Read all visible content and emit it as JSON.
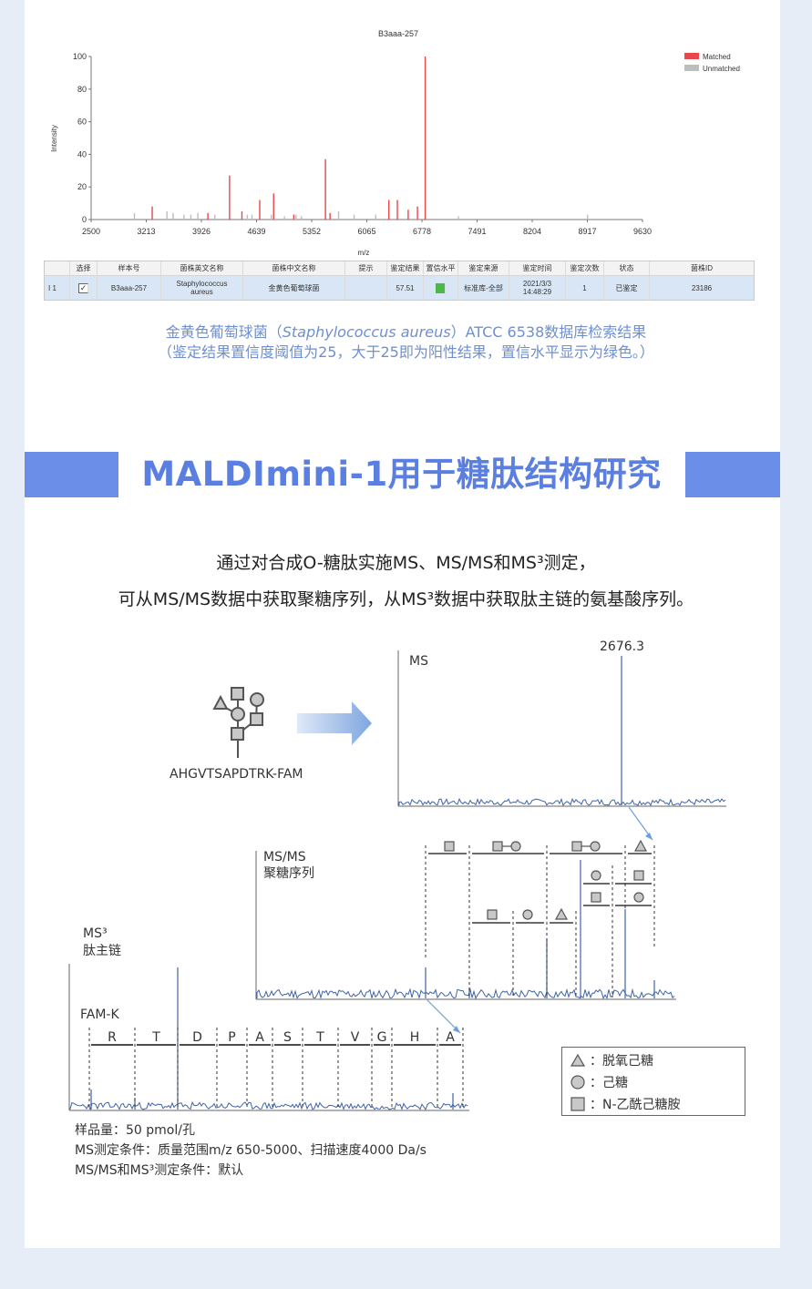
{
  "spectrum_chart": {
    "title": "B3aaa-257",
    "xlabel": "m/z",
    "ylabel": "Intensity",
    "legend": [
      "Matched",
      "Unmatched"
    ],
    "colors": {
      "matched": "#e8474c",
      "unmatched": "#bdbdbd"
    },
    "x_ticks": [
      "2500",
      "3213",
      "3926",
      "4639",
      "5352",
      "6065",
      "6778",
      "7491",
      "8204",
      "8917",
      "9630"
    ],
    "y_ticks": [
      "0",
      "20",
      "40",
      "60",
      "80",
      "100"
    ]
  },
  "chart_data": {
    "type": "bar",
    "title": "B3aaa-257",
    "xlabel": "m/z",
    "ylabel": "Intensity",
    "xlim": [
      2500,
      9630
    ],
    "ylim": [
      0,
      100
    ],
    "legend_position": "top-right",
    "grid": false,
    "series": [
      {
        "name": "Matched",
        "x": [
          3290,
          4010,
          4290,
          4450,
          4680,
          4860,
          5120,
          5530,
          5590,
          6350,
          6460,
          6600,
          6720,
          6820
        ],
        "y": [
          8,
          4,
          27,
          5,
          12,
          16,
          3,
          37,
          4,
          12,
          12,
          6,
          8,
          100
        ]
      },
      {
        "name": "Unmatched",
        "x": [
          3060,
          3480,
          3560,
          3700,
          3790,
          3880,
          4100,
          4520,
          4580,
          4830,
          5000,
          5150,
          5220,
          5700,
          5900,
          6180,
          7250,
          8920
        ],
        "y": [
          4,
          5,
          4,
          3,
          3,
          4,
          3,
          3,
          3,
          3,
          2,
          3,
          2,
          5,
          3,
          3,
          2,
          3
        ]
      }
    ]
  },
  "result_table": {
    "headers": [
      "选择",
      "样本号",
      "菌株英文名称",
      "菌株中文名称",
      "提示",
      "鉴定结果",
      "置信水平",
      "鉴定来源",
      "鉴定时间",
      "鉴定次数",
      "状态",
      "菌株ID"
    ],
    "row": {
      "index": "1",
      "checked": "✓",
      "sample": "B3aaa-257",
      "english_name": "Staphylococcus aureus",
      "chinese_name": "金黄色葡萄球菌",
      "hint": "",
      "result": "57.51",
      "source": "标准库-全部",
      "time": "2021/3/3 14:48:29",
      "count": "1",
      "status": "已鉴定",
      "strain_id": "23186"
    },
    "confidence_color": "#4cb848"
  },
  "caption": {
    "line1_pre": "金黄色葡萄球菌（",
    "line1_species": "Staphylococcus aureus",
    "line1_post": "）ATCC 6538数据库检索结果",
    "line2": "（鉴定结果置信度阈值为25，大于25即为阳性结果，置信水平显示为绿色。）"
  },
  "section": {
    "title": "MALDImini-1用于糖肽结构研究"
  },
  "intro": {
    "line1": "通过对合成O-糖肽实施MS、MS/MS和MS³测定，",
    "line2": "可从MS/MS数据中获取聚糖序列，从MS³数据中获取肽主链的氨基酸序列。"
  },
  "figure": {
    "peptide": "AHGVTSAPDTRK-FAM",
    "ms_label": "MS",
    "ms_peak": "2676.3",
    "msms_label1": "MS/MS",
    "msms_label2": "聚糖序列",
    "ms3_label1": "MS³",
    "ms3_label2": "肽主链",
    "famk": "FAM-K",
    "residues": [
      "R",
      "T",
      "D",
      "P",
      "A",
      "S",
      "T",
      "V",
      "G",
      "H",
      "A"
    ]
  },
  "legend": {
    "triangle": "：脱氧己糖",
    "circle": "：己糖",
    "square": "：N-乙酰己糖胺"
  },
  "notes": {
    "line1": "样品量：50 pmol/孔",
    "line2": "MS测定条件：质量范围m/z 650-5000、扫描速度4000 Da/s",
    "line3": "MS/MS和MS³测定条件：默认"
  }
}
